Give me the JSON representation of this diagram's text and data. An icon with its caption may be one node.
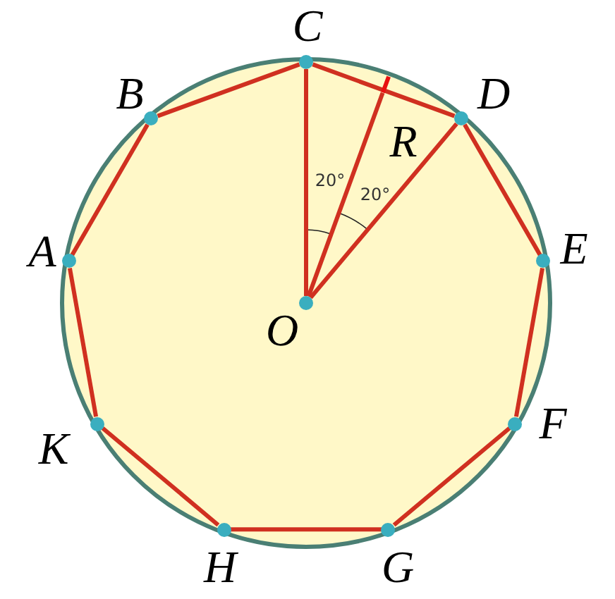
{
  "diagram": {
    "nodes": [
      {
        "text": [],
        "shape": "circle",
        "beside": [
          "A"
        ]
      },
      {
        "text": [],
        "shape": "circle",
        "beside": [
          "B"
        ]
      },
      {
        "text": [],
        "shape": "circle",
        "beside": [
          "C"
        ]
      },
      {
        "text": [],
        "shape": "circle",
        "beside": [
          "D"
        ]
      },
      {
        "text": [],
        "shape": "circle",
        "beside": [
          "E"
        ]
      },
      {
        "text": [],
        "shape": "circle",
        "beside": [
          "F"
        ]
      },
      {
        "text": [],
        "shape": "circle",
        "beside": [
          "G"
        ]
      },
      {
        "text": [],
        "shape": "circle",
        "beside": [
          "H"
        ]
      },
      {
        "text": [],
        "shape": "circle",
        "beside": [
          "K"
        ]
      },
      {
        "text": [],
        "shape": "circle",
        "beside": [
          "O"
        ]
      },
      {
        "text": [],
        "shape": "bar",
        "beside": [
          "R"
        ]
      }
    ],
    "edges": [
      {
        "from": 0,
        "to": 1,
        "arrow": "none"
      },
      {
        "from": 1,
        "to": 2,
        "arrow": "none"
      },
      {
        "from": 2,
        "to": 3,
        "arrow": "none"
      },
      {
        "from": 3,
        "to": 4,
        "arrow": "none"
      },
      {
        "from": 4,
        "to": 5,
        "arrow": "none"
      },
      {
        "from": 5,
        "to": 6,
        "arrow": "none"
      },
      {
        "from": 6,
        "to": 7,
        "arrow": "none"
      },
      {
        "from": 7,
        "to": 8,
        "arrow": "none"
      },
      {
        "from": 8,
        "to": 0,
        "arrow": "none"
      },
      {
        "from": 9,
        "to": 2,
        "arrow": "none"
      },
      {
        "from": 9,
        "to": 10,
        "arrow": "none"
      },
      {
        "from": 9,
        "to": 3,
        "arrow": "none"
      }
    ],
    "labels": [
      "20°",
      "20°"
    ]
  }
}
